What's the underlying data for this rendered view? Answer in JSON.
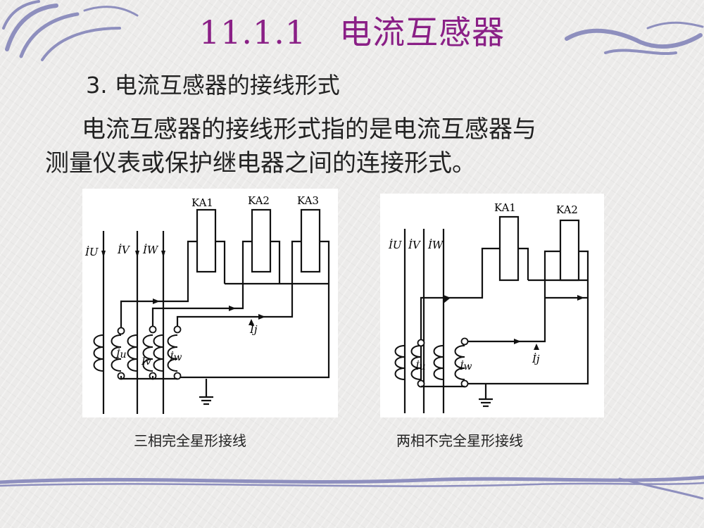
{
  "slide": {
    "title": "11.1.1　电流互感器",
    "subtitle": "3. 电流互感器的接线形式",
    "paragraph_line1": "电流互感器的接线形式指的是电流互感器与",
    "paragraph_line2": "测量仪表或保护继电器之间的连接形式。"
  },
  "diagram_three_phase": {
    "caption": "三相完全星形接线",
    "relay_labels": [
      "KA1",
      "KA2",
      "KA3"
    ],
    "line_current_labels": {
      "u": "İU",
      "v": "İV",
      "w": "İW"
    },
    "ct_current_labels": {
      "u": "İu",
      "v": "İv",
      "w": "İw"
    },
    "return_current_label": "İj"
  },
  "diagram_two_phase": {
    "caption": "两相不完全星形接线",
    "relay_labels": [
      "KA1",
      "KA2"
    ],
    "line_current_labels": {
      "u": "İU",
      "v": "İV",
      "w": "İW"
    },
    "ct_current_labels": {
      "u": "İu",
      "w": "İw"
    },
    "return_current_label": "İj"
  },
  "colors": {
    "title": "#8a1f86",
    "decoration": "#8e8fbe"
  }
}
